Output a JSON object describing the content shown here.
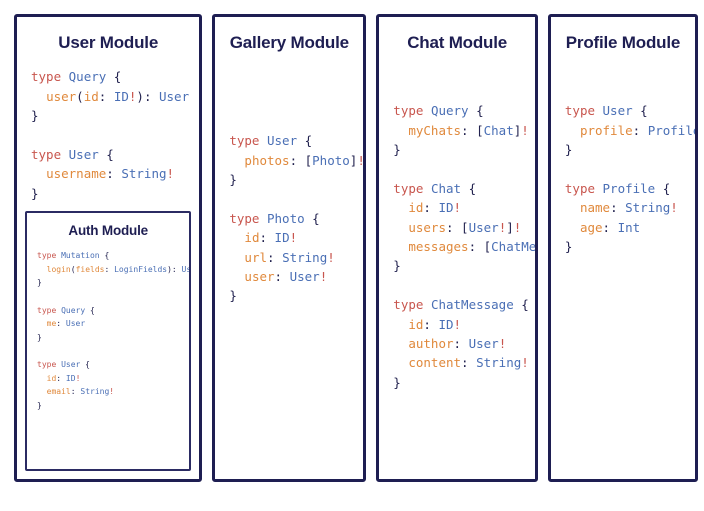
{
  "theme": {
    "page_background": "#ffffff",
    "card_background": "#ffffff",
    "card_border": "#1e1e52",
    "title_color": "#1e1e52",
    "keyword_color": "#c8564e",
    "type_color": "#4a6fb5",
    "field_color": "#e0893c",
    "punctuation_color": "#22224f"
  },
  "modules": {
    "user": {
      "title": "User Module",
      "blocks": [
        {
          "lines": [
            [
              {
                "t": "kw",
                "v": "type"
              },
              {
                "t": "punc",
                "v": " "
              },
              {
                "t": "type",
                "v": "Query"
              },
              {
                "t": "punc",
                "v": " {"
              }
            ],
            [
              {
                "t": "punc",
                "v": "  "
              },
              {
                "t": "field",
                "v": "user"
              },
              {
                "t": "punc",
                "v": "("
              },
              {
                "t": "field",
                "v": "id"
              },
              {
                "t": "punc",
                "v": ": "
              },
              {
                "t": "type",
                "v": "ID"
              },
              {
                "t": "kw",
                "v": "!"
              },
              {
                "t": "punc",
                "v": "): "
              },
              {
                "t": "type",
                "v": "User"
              }
            ],
            [
              {
                "t": "punc",
                "v": "}"
              }
            ]
          ]
        },
        {
          "lines": [
            [
              {
                "t": "kw",
                "v": "type"
              },
              {
                "t": "punc",
                "v": " "
              },
              {
                "t": "type",
                "v": "User"
              },
              {
                "t": "punc",
                "v": " {"
              }
            ],
            [
              {
                "t": "punc",
                "v": "  "
              },
              {
                "t": "field",
                "v": "username"
              },
              {
                "t": "punc",
                "v": ": "
              },
              {
                "t": "type",
                "v": "String"
              },
              {
                "t": "kw",
                "v": "!"
              }
            ],
            [
              {
                "t": "punc",
                "v": "}"
              }
            ]
          ]
        }
      ],
      "sub": {
        "title": "Auth Module",
        "blocks": [
          {
            "lines": [
              [
                {
                  "t": "kw",
                  "v": "type"
                },
                {
                  "t": "punc",
                  "v": " "
                },
                {
                  "t": "type",
                  "v": "Mutation"
                },
                {
                  "t": "punc",
                  "v": " {"
                }
              ],
              [
                {
                  "t": "punc",
                  "v": "  "
                },
                {
                  "t": "field",
                  "v": "login"
                },
                {
                  "t": "punc",
                  "v": "("
                },
                {
                  "t": "field",
                  "v": "fields"
                },
                {
                  "t": "punc",
                  "v": ": "
                },
                {
                  "t": "type",
                  "v": "LoginFields"
                },
                {
                  "t": "punc",
                  "v": "): "
                },
                {
                  "t": "type",
                  "v": "User"
                }
              ],
              [
                {
                  "t": "punc",
                  "v": "}"
                }
              ]
            ]
          },
          {
            "lines": [
              [
                {
                  "t": "kw",
                  "v": "type"
                },
                {
                  "t": "punc",
                  "v": " "
                },
                {
                  "t": "type",
                  "v": "Query"
                },
                {
                  "t": "punc",
                  "v": " {"
                }
              ],
              [
                {
                  "t": "punc",
                  "v": "  "
                },
                {
                  "t": "field",
                  "v": "me"
                },
                {
                  "t": "punc",
                  "v": ": "
                },
                {
                  "t": "type",
                  "v": "User"
                }
              ],
              [
                {
                  "t": "punc",
                  "v": "}"
                }
              ]
            ]
          },
          {
            "lines": [
              [
                {
                  "t": "kw",
                  "v": "type"
                },
                {
                  "t": "punc",
                  "v": " "
                },
                {
                  "t": "type",
                  "v": "User"
                },
                {
                  "t": "punc",
                  "v": " {"
                }
              ],
              [
                {
                  "t": "punc",
                  "v": "  "
                },
                {
                  "t": "field",
                  "v": "id"
                },
                {
                  "t": "punc",
                  "v": ": "
                },
                {
                  "t": "type",
                  "v": "ID"
                },
                {
                  "t": "kw",
                  "v": "!"
                }
              ],
              [
                {
                  "t": "punc",
                  "v": "  "
                },
                {
                  "t": "field",
                  "v": "email"
                },
                {
                  "t": "punc",
                  "v": ": "
                },
                {
                  "t": "type",
                  "v": "String"
                },
                {
                  "t": "kw",
                  "v": "!"
                }
              ],
              [
                {
                  "t": "punc",
                  "v": "}"
                }
              ]
            ]
          }
        ]
      }
    },
    "gallery": {
      "title": "Gallery Module",
      "blocks": [
        {
          "lines": [
            [
              {
                "t": "kw",
                "v": "type"
              },
              {
                "t": "punc",
                "v": " "
              },
              {
                "t": "type",
                "v": "User"
              },
              {
                "t": "punc",
                "v": " {"
              }
            ],
            [
              {
                "t": "punc",
                "v": "  "
              },
              {
                "t": "field",
                "v": "photos"
              },
              {
                "t": "punc",
                "v": ": ["
              },
              {
                "t": "type",
                "v": "Photo"
              },
              {
                "t": "punc",
                "v": "]"
              },
              {
                "t": "kw",
                "v": "!"
              }
            ],
            [
              {
                "t": "punc",
                "v": "}"
              }
            ]
          ]
        },
        {
          "lines": [
            [
              {
                "t": "kw",
                "v": "type"
              },
              {
                "t": "punc",
                "v": " "
              },
              {
                "t": "type",
                "v": "Photo"
              },
              {
                "t": "punc",
                "v": " {"
              }
            ],
            [
              {
                "t": "punc",
                "v": "  "
              },
              {
                "t": "field",
                "v": "id"
              },
              {
                "t": "punc",
                "v": ": "
              },
              {
                "t": "type",
                "v": "ID"
              },
              {
                "t": "kw",
                "v": "!"
              }
            ],
            [
              {
                "t": "punc",
                "v": "  "
              },
              {
                "t": "field",
                "v": "url"
              },
              {
                "t": "punc",
                "v": ": "
              },
              {
                "t": "type",
                "v": "String"
              },
              {
                "t": "kw",
                "v": "!"
              }
            ],
            [
              {
                "t": "punc",
                "v": "  "
              },
              {
                "t": "field",
                "v": "user"
              },
              {
                "t": "punc",
                "v": ": "
              },
              {
                "t": "type",
                "v": "User"
              },
              {
                "t": "kw",
                "v": "!"
              }
            ],
            [
              {
                "t": "punc",
                "v": "}"
              }
            ]
          ]
        }
      ]
    },
    "chat": {
      "title": "Chat Module",
      "blocks": [
        {
          "lines": [
            [
              {
                "t": "kw",
                "v": "type"
              },
              {
                "t": "punc",
                "v": " "
              },
              {
                "t": "type",
                "v": "Query"
              },
              {
                "t": "punc",
                "v": " {"
              }
            ],
            [
              {
                "t": "punc",
                "v": "  "
              },
              {
                "t": "field",
                "v": "myChats"
              },
              {
                "t": "punc",
                "v": ": ["
              },
              {
                "t": "type",
                "v": "Chat"
              },
              {
                "t": "punc",
                "v": "]"
              },
              {
                "t": "kw",
                "v": "!"
              }
            ],
            [
              {
                "t": "punc",
                "v": "}"
              }
            ]
          ]
        },
        {
          "lines": [
            [
              {
                "t": "kw",
                "v": "type"
              },
              {
                "t": "punc",
                "v": " "
              },
              {
                "t": "type",
                "v": "Chat"
              },
              {
                "t": "punc",
                "v": " {"
              }
            ],
            [
              {
                "t": "punc",
                "v": "  "
              },
              {
                "t": "field",
                "v": "id"
              },
              {
                "t": "punc",
                "v": ": "
              },
              {
                "t": "type",
                "v": "ID"
              },
              {
                "t": "kw",
                "v": "!"
              }
            ],
            [
              {
                "t": "punc",
                "v": "  "
              },
              {
                "t": "field",
                "v": "users"
              },
              {
                "t": "punc",
                "v": ": ["
              },
              {
                "t": "type",
                "v": "User"
              },
              {
                "t": "kw",
                "v": "!"
              },
              {
                "t": "punc",
                "v": "]"
              },
              {
                "t": "kw",
                "v": "!"
              }
            ],
            [
              {
                "t": "punc",
                "v": "  "
              },
              {
                "t": "field",
                "v": "messages"
              },
              {
                "t": "punc",
                "v": ": ["
              },
              {
                "t": "type",
                "v": "ChatMessage"
              },
              {
                "t": "punc",
                "v": "]"
              },
              {
                "t": "kw",
                "v": "!"
              }
            ],
            [
              {
                "t": "punc",
                "v": "}"
              }
            ]
          ]
        },
        {
          "lines": [
            [
              {
                "t": "kw",
                "v": "type"
              },
              {
                "t": "punc",
                "v": " "
              },
              {
                "t": "type",
                "v": "ChatMessage"
              },
              {
                "t": "punc",
                "v": " {"
              }
            ],
            [
              {
                "t": "punc",
                "v": "  "
              },
              {
                "t": "field",
                "v": "id"
              },
              {
                "t": "punc",
                "v": ": "
              },
              {
                "t": "type",
                "v": "ID"
              },
              {
                "t": "kw",
                "v": "!"
              }
            ],
            [
              {
                "t": "punc",
                "v": "  "
              },
              {
                "t": "field",
                "v": "author"
              },
              {
                "t": "punc",
                "v": ": "
              },
              {
                "t": "type",
                "v": "User"
              },
              {
                "t": "kw",
                "v": "!"
              }
            ],
            [
              {
                "t": "punc",
                "v": "  "
              },
              {
                "t": "field",
                "v": "content"
              },
              {
                "t": "punc",
                "v": ": "
              },
              {
                "t": "type",
                "v": "String"
              },
              {
                "t": "kw",
                "v": "!"
              }
            ],
            [
              {
                "t": "punc",
                "v": "}"
              }
            ]
          ]
        }
      ]
    },
    "profile": {
      "title": "Profile Module",
      "blocks": [
        {
          "lines": [
            [
              {
                "t": "kw",
                "v": "type"
              },
              {
                "t": "punc",
                "v": " "
              },
              {
                "t": "type",
                "v": "User"
              },
              {
                "t": "punc",
                "v": " {"
              }
            ],
            [
              {
                "t": "punc",
                "v": "  "
              },
              {
                "t": "field",
                "v": "profile"
              },
              {
                "t": "punc",
                "v": ": "
              },
              {
                "t": "type",
                "v": "Profile"
              },
              {
                "t": "kw",
                "v": "!"
              }
            ],
            [
              {
                "t": "punc",
                "v": "}"
              }
            ]
          ]
        },
        {
          "lines": [
            [
              {
                "t": "kw",
                "v": "type"
              },
              {
                "t": "punc",
                "v": " "
              },
              {
                "t": "type",
                "v": "Profile"
              },
              {
                "t": "punc",
                "v": " {"
              }
            ],
            [
              {
                "t": "punc",
                "v": "  "
              },
              {
                "t": "field",
                "v": "name"
              },
              {
                "t": "punc",
                "v": ": "
              },
              {
                "t": "type",
                "v": "String"
              },
              {
                "t": "kw",
                "v": "!"
              }
            ],
            [
              {
                "t": "punc",
                "v": "  "
              },
              {
                "t": "field",
                "v": "age"
              },
              {
                "t": "punc",
                "v": ": "
              },
              {
                "t": "type",
                "v": "Int"
              }
            ],
            [
              {
                "t": "punc",
                "v": "}"
              }
            ]
          ]
        }
      ]
    }
  }
}
